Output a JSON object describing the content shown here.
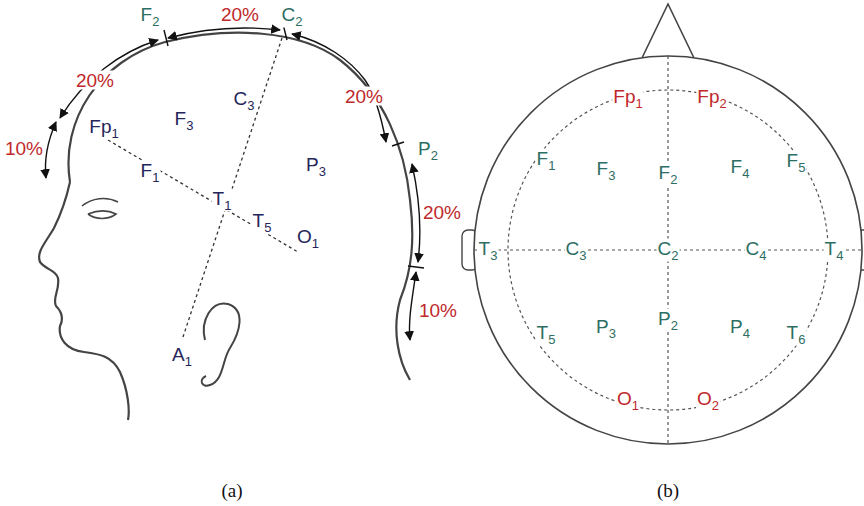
{
  "diagram": {
    "labels": [
      "F2",
      "20%",
      "C2",
      "20%",
      "10%",
      "20%",
      "P2",
      "20%",
      "10%",
      "Fp1",
      "F3",
      "C3",
      "P3",
      "F1",
      "T1",
      "T5",
      "O1",
      "A1",
      "Fp1",
      "Fp2",
      "F1",
      "F3",
      "F2",
      "F4",
      "F5",
      "T3",
      "C3",
      "C2",
      "C4",
      "T4",
      "T5",
      "P3",
      "P2",
      "P4",
      "T6",
      "O1",
      "O2",
      "(a)",
      "(b)"
    ]
  }
}
